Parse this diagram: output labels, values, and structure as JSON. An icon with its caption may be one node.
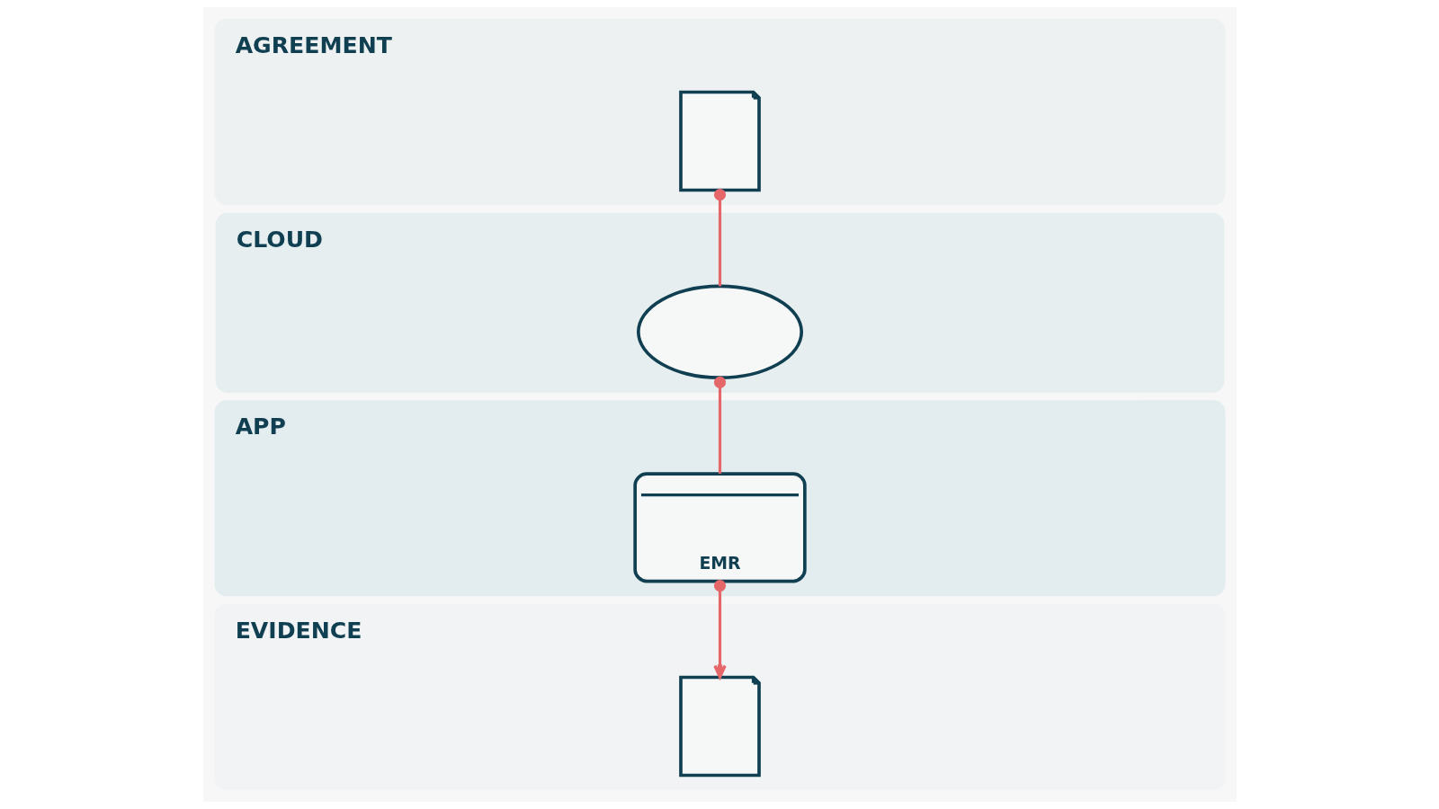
{
  "diagram": {
    "nodes": [
      {
        "text": [
          "AGREEMENT"
        ]
      },
      {
        "text": [],
        "shape": "document",
        "in": 0
      },
      {
        "text": [
          "CLOUD"
        ]
      },
      {
        "text": [],
        "shape": "cloud",
        "in": 2
      },
      {
        "text": [
          "APP"
        ]
      },
      {
        "text": [
          "EMR"
        ],
        "in": 4
      },
      {
        "text": [
          "EVIDENCE"
        ]
      },
      {
        "text": [],
        "shape": "document",
        "in": 6
      }
    ],
    "edges": [
      {
        "from": 1,
        "to": 3,
        "arrow": "other"
      },
      {
        "from": 3,
        "to": 5,
        "arrow": "other"
      },
      {
        "from": 5,
        "to": 7,
        "arrow": "to"
      }
    ]
  }
}
